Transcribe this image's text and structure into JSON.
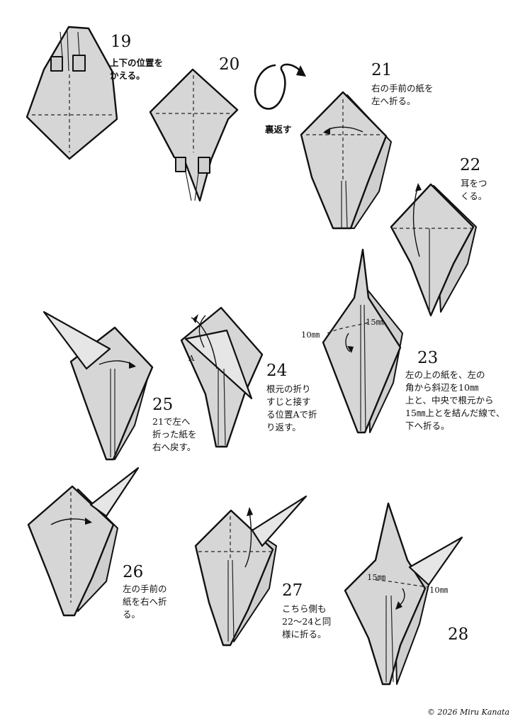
{
  "steps": {
    "s19": {
      "number": "19",
      "text": "上下の位置を\nかえる。"
    },
    "s20": {
      "number": "20",
      "text": "裏返す"
    },
    "s21": {
      "number": "21",
      "text": "右の手前の紙を\n左へ折る。"
    },
    "s22": {
      "number": "22",
      "text": "耳をつ\nくる。"
    },
    "s23": {
      "number": "23",
      "text": "左の上の紙を、左の\n角から斜辺を10㎜\n上と、中央で根元から\n15㎜上とを結んだ線で、\n下へ折る。",
      "label_left": "10㎜",
      "label_right": "15㎜"
    },
    "s24": {
      "number": "24",
      "text": "根元の折り\nすじと接す\nる位置Aで折\nり返す。",
      "point": "A"
    },
    "s25": {
      "number": "25",
      "text": "21で左へ\n折った紙を\n右へ戻す。"
    },
    "s26": {
      "number": "26",
      "text": "左の手前の\n紙を右へ折\nる。"
    },
    "s27": {
      "number": "27",
      "text": "こちら側も\n22〜24と同\n様に折る。"
    },
    "s28": {
      "number": "28",
      "label_left": "15㎜",
      "label_right": "10㎜"
    }
  },
  "copyright": "© 2026 Miru Kanata",
  "colors": {
    "paper": "#d6d6d6",
    "line": "#111111"
  }
}
